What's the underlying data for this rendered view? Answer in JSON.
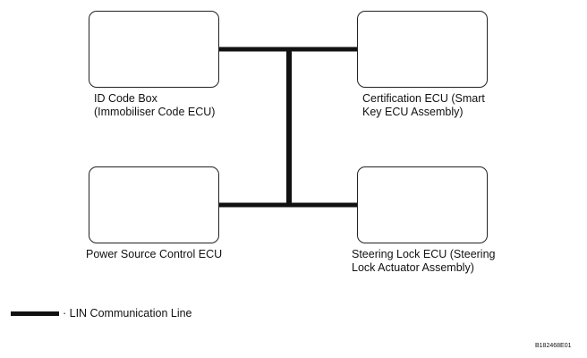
{
  "boxes": {
    "id_code_box": {
      "line1": "ID Code Box",
      "line2": "(Immobiliser Code ECU)"
    },
    "certification_ecu": {
      "line1": "Certification ECU (Smart",
      "line2": "Key ECU Assembly)"
    },
    "power_source_ecu": {
      "line1": "Power Source Control ECU"
    },
    "steering_lock_ecu": {
      "line1": "Steering Lock ECU (Steering",
      "line2": "Lock Actuator Assembly)"
    }
  },
  "legend": {
    "label": "· LIN Communication Line",
    "line_color": "#111111"
  },
  "figure_id": "B182468E01"
}
